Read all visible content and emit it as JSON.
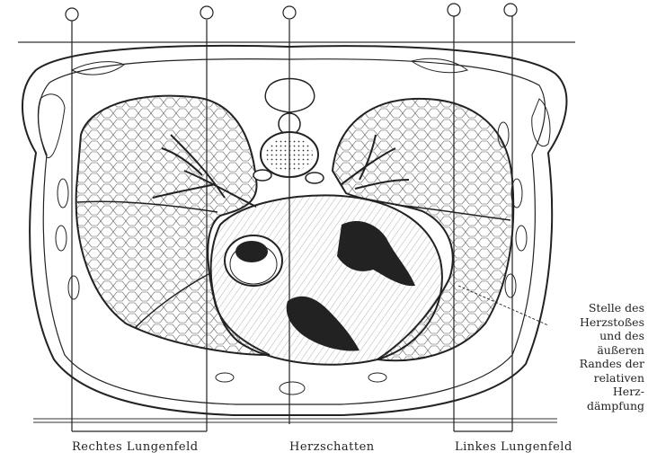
{
  "labels": {
    "right_lung_field": "Rechtes Lungenfeld",
    "heart_shadow": "Herzschatten",
    "left_lung_field": "Linkes Lungenfeld"
  },
  "annotation": {
    "lines": [
      "Stelle des",
      "Herzstoßes",
      "und des",
      "äußeren",
      "Randes der",
      "relativen",
      "Herz-",
      "dämpfung"
    ]
  }
}
